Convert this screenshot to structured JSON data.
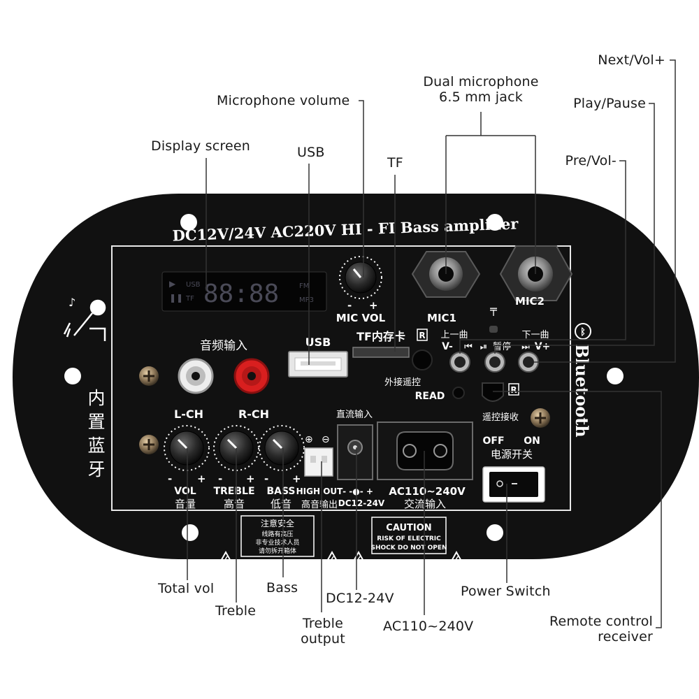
{
  "board": {
    "model_title": "DC12V/24V AC220V HI - FI Bass amplifier",
    "bluetooth_text": "Bluetooth",
    "builtin_bt_chars": [
      "内",
      "置",
      "蓝",
      "牙"
    ],
    "display": {
      "time": "88:88",
      "usb": "USB",
      "tf": "TF",
      "fm": "FM",
      "mp3": "MP3"
    },
    "mic_vol": {
      "minus": "-",
      "plus": "+",
      "label": "MIC VOL"
    },
    "mic1": "MIC1",
    "mic2": "MIC2",
    "audio_input": "音频输入",
    "usb_label": "USB",
    "tf_label": "TF内存卡",
    "r_mark": "R",
    "ext_remote": "外接遥控",
    "read_label": "READ",
    "prev": {
      "cn": "上一曲",
      "en": "V-"
    },
    "pause": {
      "cn": "暂停"
    },
    "next": {
      "cn": "下一曲",
      "en": "V+"
    },
    "remote_recv": "遥控接收",
    "lch": "L-CH",
    "rch": "R-CH",
    "knob_signs": {
      "minus": "-",
      "plus": "+"
    },
    "vol": {
      "en": "VOL",
      "cn": "音量"
    },
    "treble": {
      "en": "TREBLE",
      "cn": "高音"
    },
    "bass": {
      "en": "BASS",
      "cn": "低音"
    },
    "high_out": {
      "en": "HIGH OUT",
      "cn": "高音输出"
    },
    "polarity": {
      "plus": "⊕",
      "minus": "⊖"
    },
    "dc_in": {
      "cn": "直流输入",
      "en": "DC12-24V",
      "sign": "- -●- +"
    },
    "ac_in": {
      "en": "AC110~240V",
      "cn": "交流输入"
    },
    "power": {
      "off": "OFF",
      "on": "ON",
      "cn": "电源开关"
    },
    "safety_box": [
      "注意安全",
      "线路有高压",
      "非专业技术人员",
      "请勿拆开箱体"
    ],
    "caution_box": [
      "CAUTION",
      "RISK OF ELECTRIC",
      "SHOCK DO NOT OPEN"
    ]
  },
  "callouts": {
    "next_vol": "Next/Vol+",
    "play_pause": "Play/Pause",
    "pre_vol": "Pre/Vol-",
    "dual_mic": [
      "Dual microphone",
      "6.5 mm jack"
    ],
    "mic_volume": "Microphone volume",
    "display_screen": "Display screen",
    "usb": "USB",
    "tf": "TF",
    "total_vol": "Total vol",
    "treble": "Treble",
    "bass": "Bass",
    "treble_output": [
      "Treble",
      "output"
    ],
    "dc": "DC12-24V",
    "ac": "AC110~240V",
    "power_switch": "Power Switch",
    "remote_receiver": [
      "Remote control",
      "receiver"
    ]
  },
  "colors": {
    "board": "#111111",
    "silk": "#ffffff",
    "leader": "#333333",
    "display_digit": "#4a4a57",
    "rca_red": "#d81f1f"
  }
}
